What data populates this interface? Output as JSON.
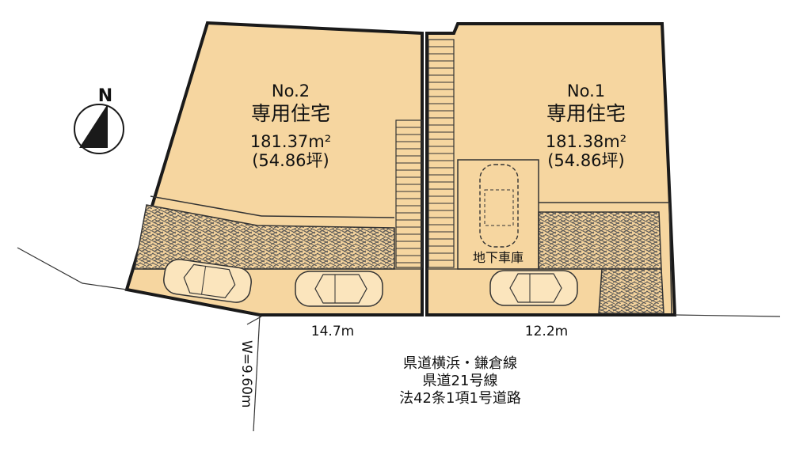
{
  "lots": [
    {
      "number": "No.2",
      "usage": "専用住宅",
      "area_m2": "181.37m²",
      "area_tsubo": "(54.86坪)"
    },
    {
      "number": "No.1",
      "usage": "専用住宅",
      "area_m2": "181.38m²",
      "area_tsubo": "(54.86坪)"
    }
  ],
  "underground_garage": "地下車庫",
  "frontages": {
    "lot2": "14.7m",
    "lot1": "12.2m"
  },
  "road": {
    "width": "W=9.60m",
    "line1": "県道横浜・鎌倉線",
    "line2": "県道21号線",
    "line3": "法42条1項1号道路"
  },
  "north_label": "N",
  "colors": {
    "lot_fill": "#f6d6a0",
    "outline": "#1a1a1a"
  }
}
